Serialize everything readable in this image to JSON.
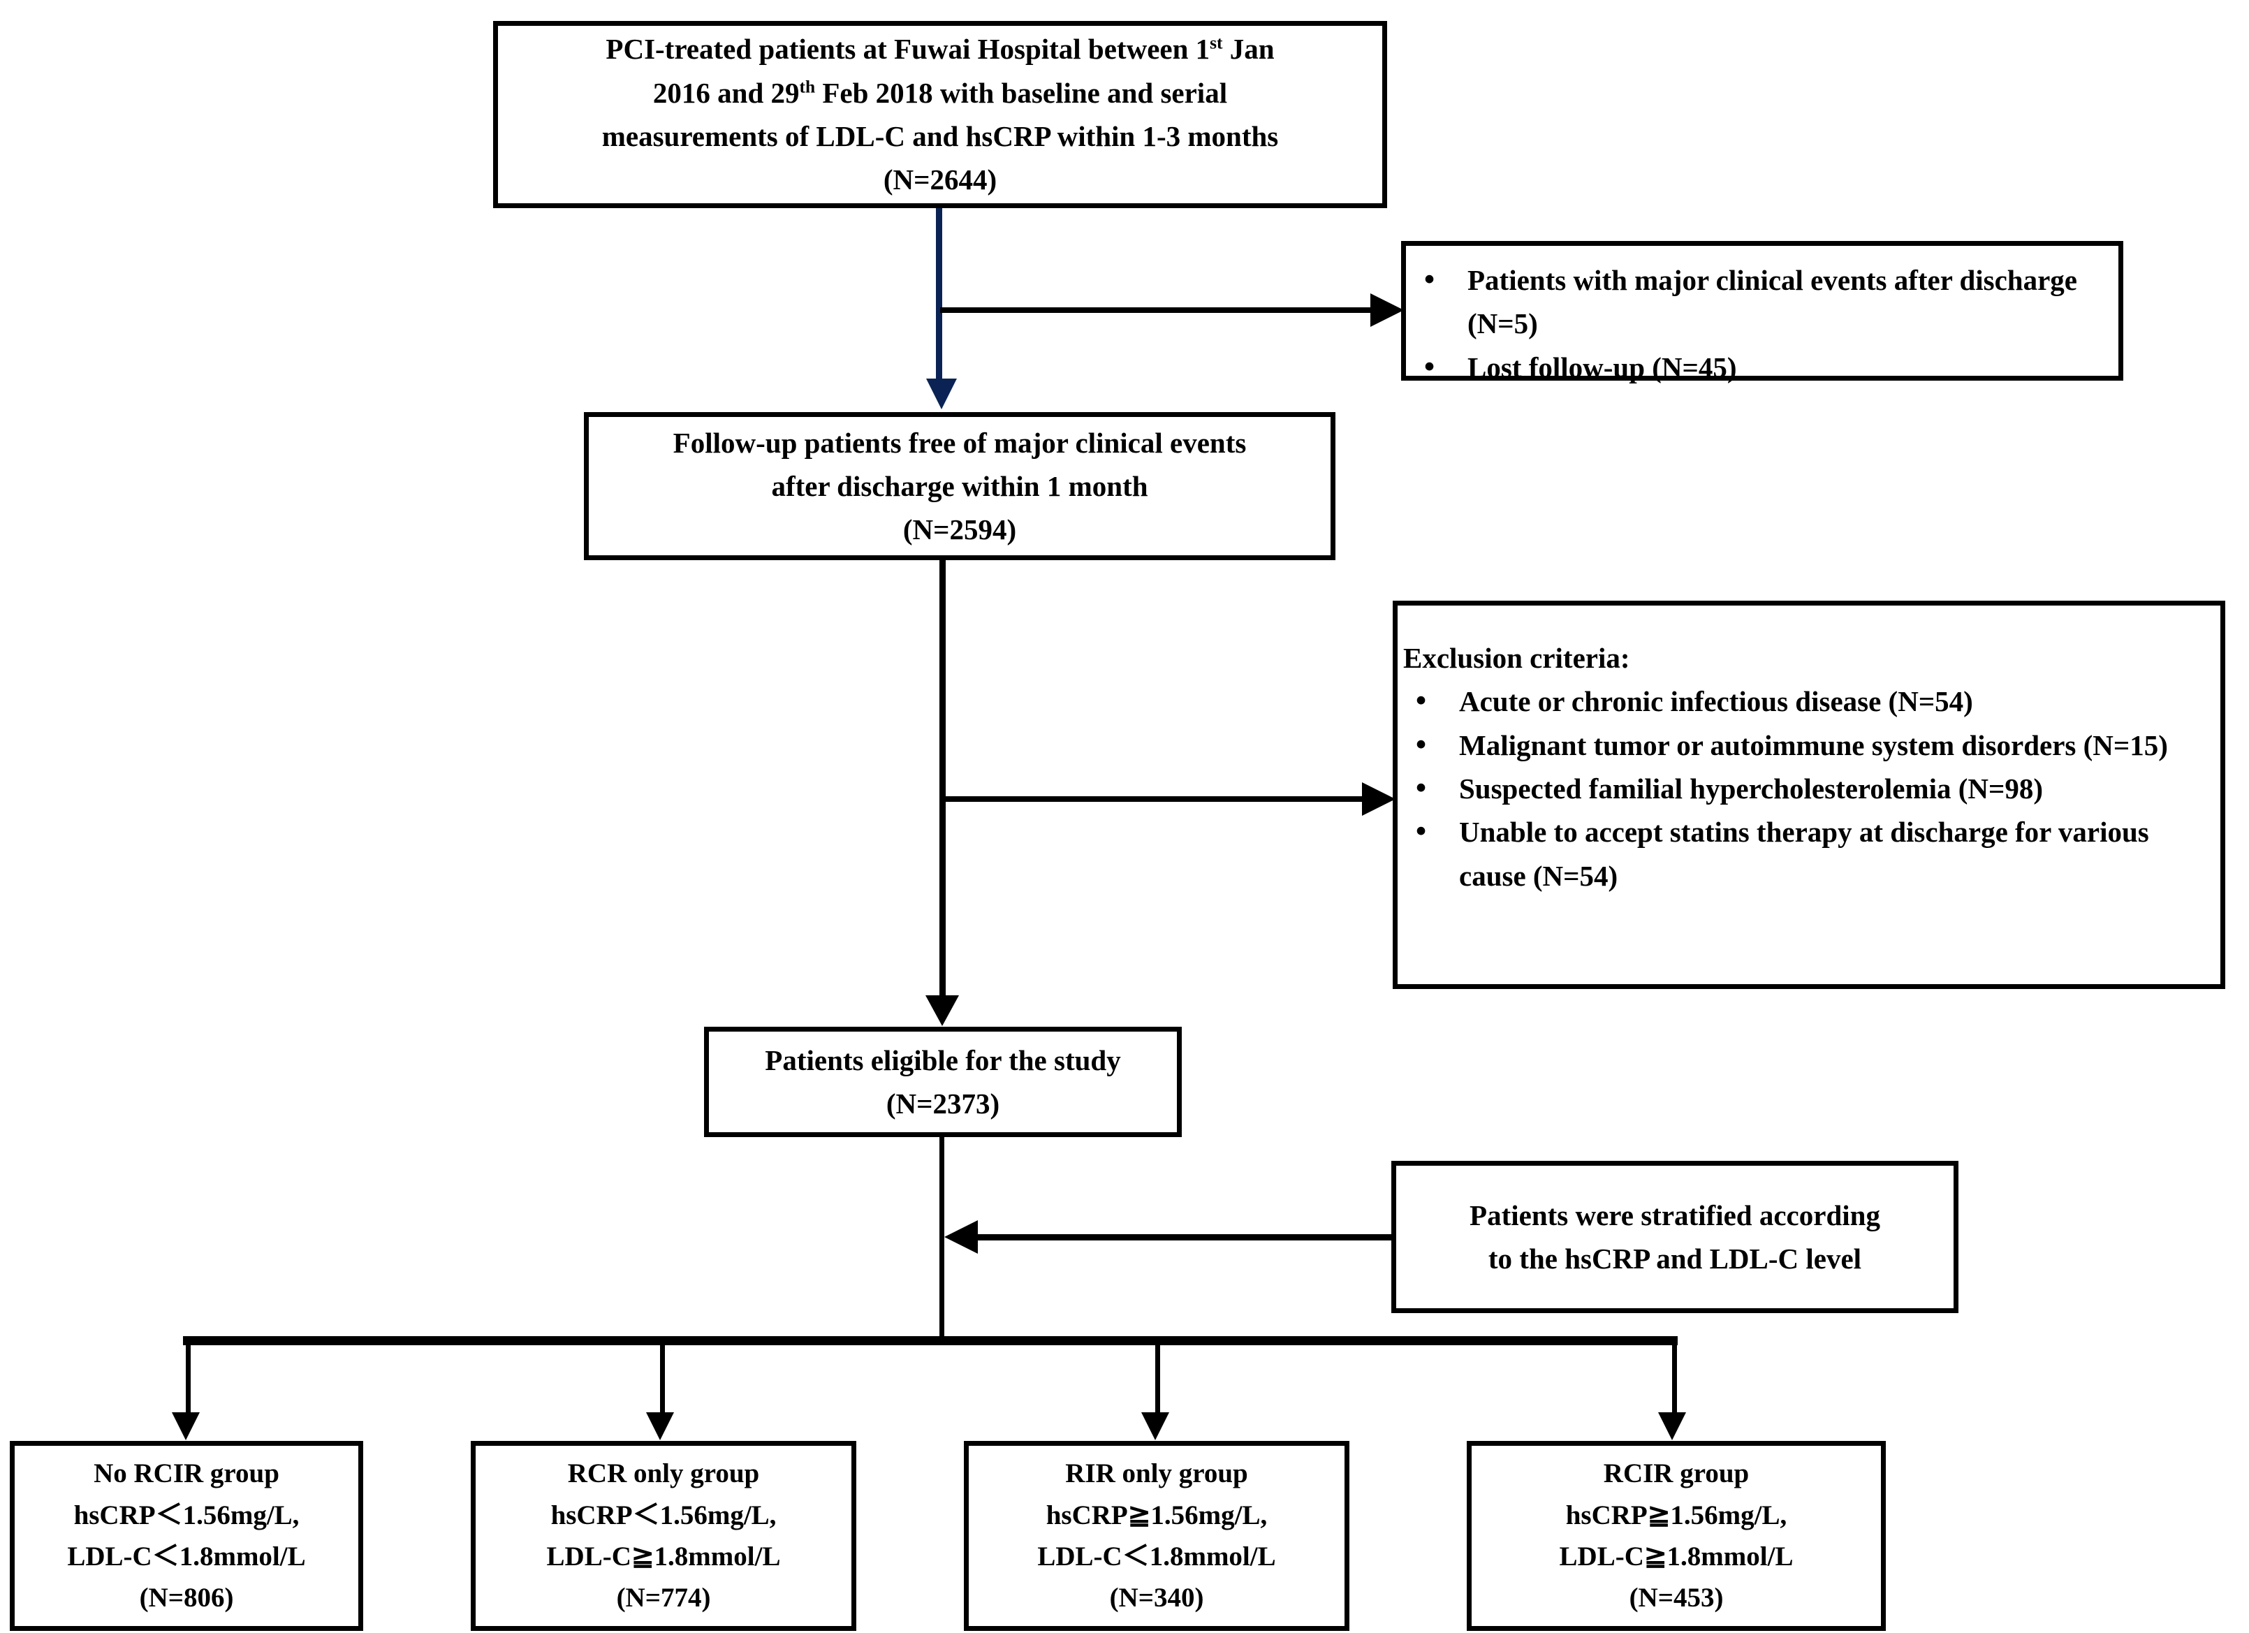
{
  "diagram": {
    "title": "Patient selection flow diagram",
    "accent_color": "#0b2354",
    "line_color": "#000000",
    "background": "#ffffff"
  },
  "nodes": {
    "source_cohort": {
      "line1_a": "PCI-treated patients at Fuwai Hospital between 1",
      "line1_sup": "st",
      "line1_b": " Jan",
      "line2_a": "2016 and 29",
      "line2_sup": "th",
      "line2_b": " Feb 2018 with baseline and serial",
      "line3": "measurements of LDL-C and hsCRP within 1-3 months",
      "line4": "(N=2644)"
    },
    "excluded_after_discharge": {
      "items": [
        "Patients with major clinical events after discharge (N=5)",
        "Lost follow-up (N=45)"
      ]
    },
    "followup_free": {
      "line1": "Follow-up patients free of major clinical events",
      "line2": "after discharge within 1 month",
      "line3": "(N=2594)"
    },
    "exclusion_criteria": {
      "heading": "Exclusion criteria:",
      "items": [
        "Acute or chronic infectious disease (N=54)",
        "Malignant tumor or autoimmune system disorders (N=15)",
        "Suspected familial hypercholesterolemia (N=98)",
        "Unable to accept statins therapy at discharge for various cause (N=54)"
      ]
    },
    "eligible": {
      "line1": "Patients eligible for the study",
      "line2": "(N=2373)"
    },
    "stratification_note": {
      "line1": "Patients were stratified according",
      "line2": "to the hsCRP and LDL-C level"
    }
  },
  "groups": [
    {
      "name": "No RCIR group",
      "hscrp": "hsCRP＜1.56mg/L,",
      "ldl": "LDL-C＜1.8mmol/L",
      "n": "(N=806)"
    },
    {
      "name": "RCR only group",
      "hscrp": "hsCRP＜1.56mg/L,",
      "ldl": "LDL-C≧1.8mmol/L",
      "n": "(N=774)"
    },
    {
      "name": "RIR only group",
      "hscrp": "hsCRP≧1.56mg/L,",
      "ldl": "LDL-C＜1.8mmol/L",
      "n": "(N=340)"
    },
    {
      "name": "RCIR group",
      "hscrp": "hsCRP≧1.56mg/L,",
      "ldl": "LDL-C≧1.8mmol/L",
      "n": "(N=453)"
    }
  ]
}
